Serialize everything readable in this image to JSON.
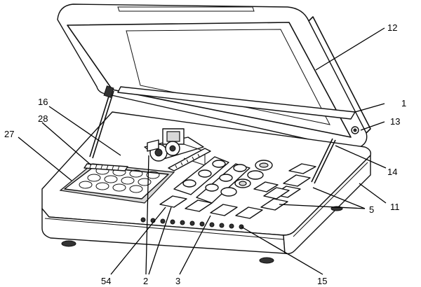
{
  "labels": {
    "l12": "12",
    "l1": "1",
    "l13": "13",
    "l16": "16",
    "l28": "28",
    "l27": "27",
    "l14": "14",
    "l11": "11",
    "l5": "5",
    "l54": "54",
    "l2": "2",
    "l3": "3",
    "l15": "15"
  }
}
